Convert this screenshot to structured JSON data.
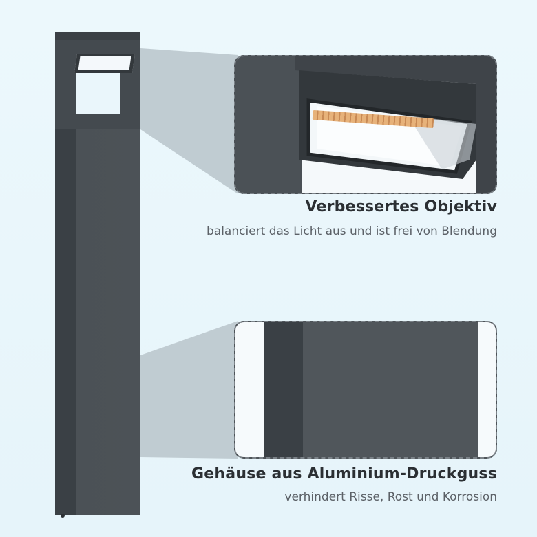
{
  "features": [
    {
      "title": "Verbessertes Objektiv",
      "description": "balanciert das Licht aus und ist frei von Blendung"
    },
    {
      "title": "Gehäuse aus Aluminium-Druckguss",
      "description": "verhindert Risse, Rost und Korrosion"
    }
  ],
  "colors": {
    "background": "#eaf6fb",
    "housing": "#444a4f",
    "housing_shadow": "#3a4045",
    "led": "#e7b27a",
    "title_text": "#2b2f33",
    "body_text": "#5c6167"
  }
}
